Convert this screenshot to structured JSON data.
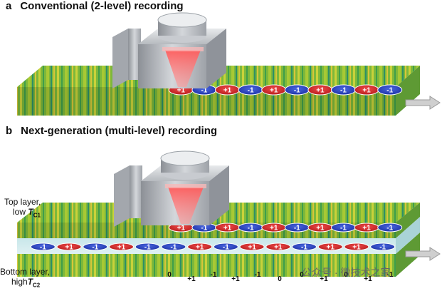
{
  "panel_a": {
    "letter": "a",
    "title": "Conventional (2-level) recording",
    "bits": [
      "+1",
      "-1",
      "+1",
      "-1",
      "+1",
      "-1",
      "+1",
      "-1",
      "+1",
      "-1"
    ]
  },
  "panel_b": {
    "letter": "b",
    "title": "Next-generation (multi-level) recording",
    "top_label": {
      "line1": "Top layer,",
      "line2": "low ",
      "sym": "T",
      "sub": "C1"
    },
    "bottom_label": {
      "line1": "Bottom layer,",
      "line2": "high",
      "sym": "T",
      "sub": "C2"
    },
    "top_bits": [
      "+1",
      "-1",
      "+1",
      "-1",
      "+1",
      "-1",
      "+1",
      "-1",
      "+1",
      "-1"
    ],
    "bottom_bits": [
      "-1",
      "+1",
      "-1",
      "+1",
      "-1",
      "-1",
      "+1",
      "-1",
      "+1",
      "+1",
      "-1",
      "+1",
      "+1",
      "-1"
    ],
    "sequence": [
      "0",
      "+1",
      "-1",
      "+1",
      "-1",
      "0",
      "0",
      "+1",
      "0",
      "+1",
      "-1"
    ]
  },
  "watermark": "公众号 · 微技术之家",
  "colors": {
    "plus": "#d62828",
    "minus": "#2747c9",
    "medium": "#7fb93a"
  }
}
